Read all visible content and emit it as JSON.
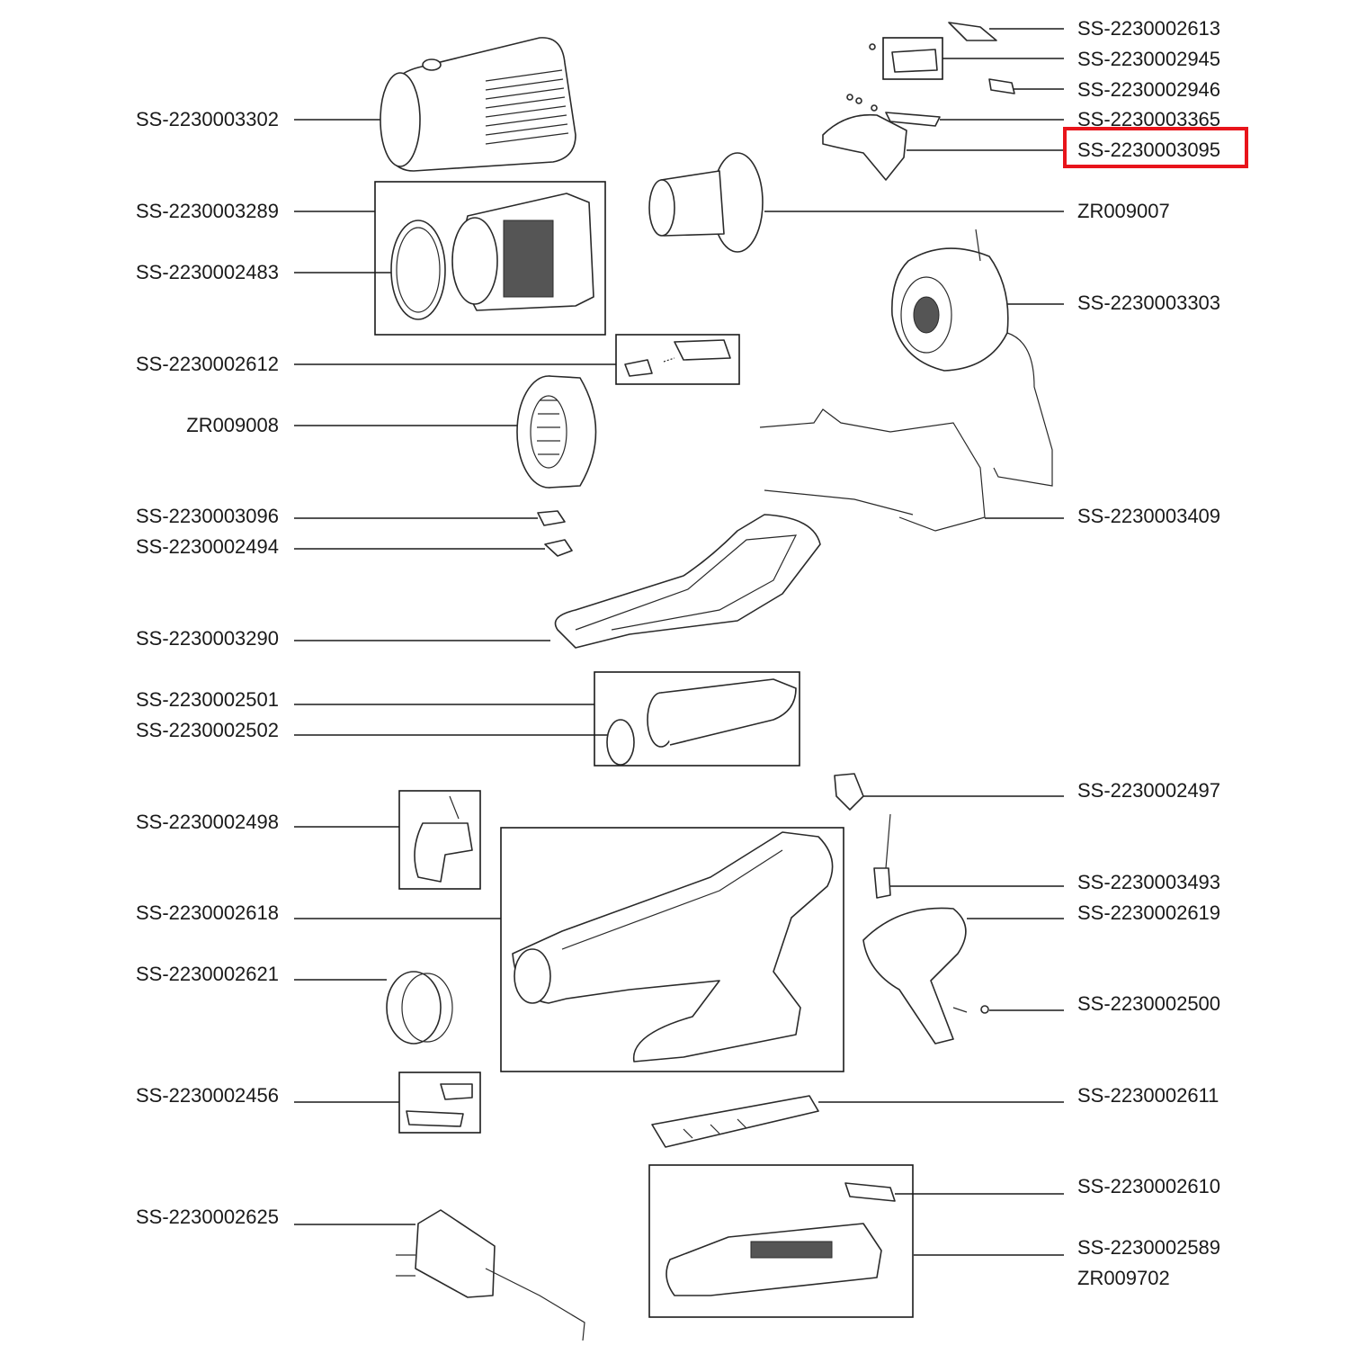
{
  "accent_color": "#e8141b",
  "highlighted_part": "SS-2230003095",
  "left_labels": [
    {
      "id": "l1",
      "text": "SS-2230003302"
    },
    {
      "id": "l2",
      "text": "SS-2230003289"
    },
    {
      "id": "l3",
      "text": "SS-2230002483"
    },
    {
      "id": "l4",
      "text": "SS-2230002612"
    },
    {
      "id": "l5",
      "text": "ZR009008"
    },
    {
      "id": "l6",
      "text": "SS-2230003096"
    },
    {
      "id": "l7",
      "text": "SS-2230002494"
    },
    {
      "id": "l8",
      "text": "SS-2230003290"
    },
    {
      "id": "l9",
      "text": "SS-2230002501"
    },
    {
      "id": "l10",
      "text": "SS-2230002502"
    },
    {
      "id": "l11",
      "text": "SS-2230002498"
    },
    {
      "id": "l12",
      "text": "SS-2230002618"
    },
    {
      "id": "l13",
      "text": "SS-2230002621"
    },
    {
      "id": "l14",
      "text": "SS-2230002456"
    },
    {
      "id": "l15",
      "text": "SS-2230002625"
    }
  ],
  "right_labels": [
    {
      "id": "r1",
      "text": "SS-2230002613"
    },
    {
      "id": "r2",
      "text": "SS-2230002945"
    },
    {
      "id": "r3",
      "text": "SS-2230002946"
    },
    {
      "id": "r4",
      "text": "SS-2230003365"
    },
    {
      "id": "r5",
      "text": "SS-2230003095"
    },
    {
      "id": "r6",
      "text": "ZR009007"
    },
    {
      "id": "r7",
      "text": "SS-2230003303"
    },
    {
      "id": "r8",
      "text": "SS-2230003409"
    },
    {
      "id": "r9",
      "text": "SS-2230002497"
    },
    {
      "id": "r10",
      "text": "SS-2230003493"
    },
    {
      "id": "r11",
      "text": "SS-2230002619"
    },
    {
      "id": "r12",
      "text": "SS-2230002500"
    },
    {
      "id": "r13",
      "text": "SS-2230002611"
    },
    {
      "id": "r14",
      "text": "SS-2230002610"
    },
    {
      "id": "r15",
      "text": "SS-2230002589"
    },
    {
      "id": "r16",
      "text": "ZR009702"
    }
  ]
}
